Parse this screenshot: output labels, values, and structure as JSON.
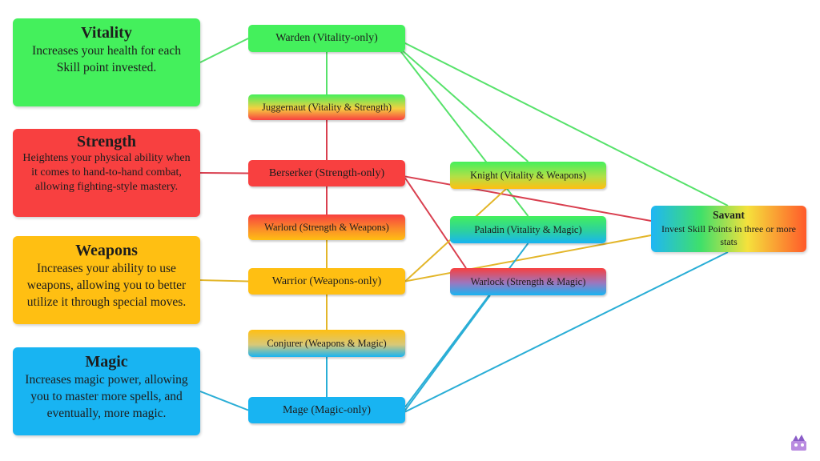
{
  "colors": {
    "vitality": "#44f05c",
    "strength": "#f84040",
    "weapons": "#ffbf12",
    "magic": "#18b4f2",
    "link_vitality": "#57e26b",
    "link_strength": "#d94050",
    "link_weapons": "#e3b62a",
    "link_magic": "#2aaed6"
  },
  "stats": {
    "vitality": {
      "title": "Vitality",
      "description": "Increases your health for each Skill point invested."
    },
    "strength": {
      "title": "Strength",
      "description": "Heightens your physical ability when it comes to hand-to-hand combat, allowing fighting-style mastery."
    },
    "weapons": {
      "title": "Weapons",
      "description": "Increases your ability to use weapons, allowing you to better utilize it through special moves."
    },
    "magic": {
      "title": "Magic",
      "description": "Increases magic power, allowing you to master more spells, and eventually, more magic."
    }
  },
  "classes": {
    "warden": "Warden (Vitality-only)",
    "juggernaut": "Juggernaut (Vitality & Strength)",
    "berserker": "Berserker (Strength-only)",
    "warlord": "Warlord (Strength & Weapons)",
    "warrior": "Warrior (Weapons-only)",
    "conjurer": "Conjurer (Weapons & Magic)",
    "mage": "Mage (Magic-only)",
    "knight": "Knight (Vitality & Weapons)",
    "paladin": "Paladin (Vitality & Magic)",
    "warlock": "Warlock (Strength & Magic)"
  },
  "savant": {
    "title": "Savant",
    "description": "Invest Skill Points in three or more stats"
  },
  "connections": [
    {
      "from": "vitality",
      "to": "warden",
      "color": "vitality"
    },
    {
      "from": "strength",
      "to": "berserker",
      "color": "strength"
    },
    {
      "from": "weapons",
      "to": "warrior",
      "color": "weapons"
    },
    {
      "from": "magic",
      "to": "mage",
      "color": "magic"
    },
    {
      "from": "warden",
      "to": "juggernaut",
      "color": "vitality"
    },
    {
      "from": "juggernaut",
      "to": "berserker",
      "color": "strength"
    },
    {
      "from": "berserker",
      "to": "warlord",
      "color": "strength"
    },
    {
      "from": "warlord",
      "to": "warrior",
      "color": "weapons"
    },
    {
      "from": "warrior",
      "to": "conjurer",
      "color": "weapons"
    },
    {
      "from": "conjurer",
      "to": "mage",
      "color": "magic"
    },
    {
      "from": "warden",
      "to": "knight",
      "color": "vitality"
    },
    {
      "from": "warden",
      "to": "paladin",
      "color": "vitality"
    },
    {
      "from": "warden",
      "to": "savant",
      "color": "vitality"
    },
    {
      "from": "berserker",
      "to": "savant",
      "color": "strength"
    },
    {
      "from": "berserker",
      "to": "warlock",
      "color": "strength"
    },
    {
      "from": "warrior",
      "to": "knight",
      "color": "weapons"
    },
    {
      "from": "warrior",
      "to": "savant",
      "color": "weapons"
    },
    {
      "from": "mage",
      "to": "paladin",
      "color": "magic"
    },
    {
      "from": "mage",
      "to": "warlock",
      "color": "magic"
    },
    {
      "from": "mage",
      "to": "savant",
      "color": "magic"
    }
  ]
}
